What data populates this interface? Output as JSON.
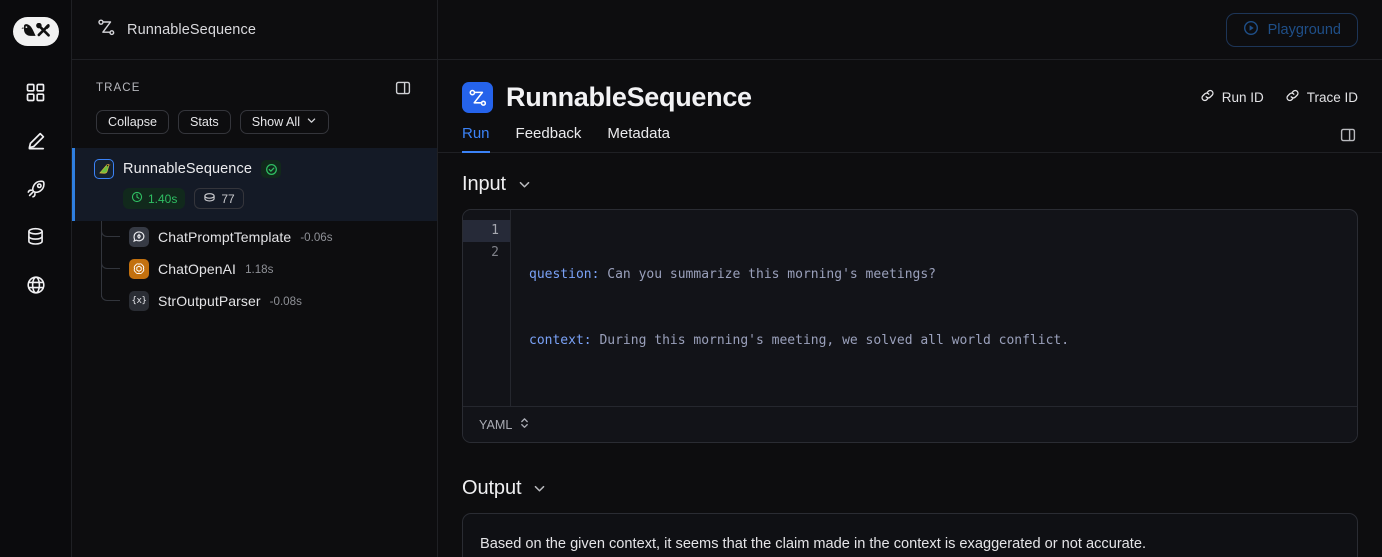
{
  "app": {
    "brand_icon": "langsmith-parrot-logo",
    "rail_items": [
      {
        "name": "grid-icon",
        "label": "Projects"
      },
      {
        "name": "pencil-icon",
        "label": "Annotate"
      },
      {
        "name": "rocket-icon",
        "label": "Deployments"
      },
      {
        "name": "database-icon",
        "label": "Datasets"
      },
      {
        "name": "globe-icon",
        "label": "Hub"
      }
    ]
  },
  "topbar": {
    "icon": "sequence-flow-icon",
    "title": "RunnableSequence"
  },
  "playground": {
    "label": "Playground",
    "icon": "play-circle-icon",
    "enabled": false,
    "border_color": "#1d3557",
    "text_color": "#1f4f88"
  },
  "trace": {
    "label": "TRACE",
    "panel_toggle_icon": "panel-toggle-icon",
    "controls": [
      {
        "label": "Collapse",
        "name": "collapse-button",
        "caret": false
      },
      {
        "label": "Stats",
        "name": "stats-button",
        "caret": false
      },
      {
        "label": "Show All",
        "name": "show-all-button",
        "caret": true
      }
    ],
    "root": {
      "title": "RunnableSequence",
      "icon": "parrot-icon",
      "status": "success",
      "status_icon": "check-circle-icon",
      "duration": "1.40s",
      "duration_icon": "clock-icon",
      "tokens": "77",
      "tokens_icon": "token-coin-icon",
      "selected": true,
      "accent_color": "#2f7fe0",
      "success_color": "#2fbf63"
    },
    "children": [
      {
        "title": "ChatPromptTemplate",
        "duration": "-0.06s",
        "icon": "chat-bubble-icon",
        "icon_bg": "#363a44"
      },
      {
        "title": "ChatOpenAI",
        "duration": "1.18s",
        "icon": "openai-icon",
        "icon_bg": "#c2700e"
      },
      {
        "title": "StrOutputParser",
        "duration": "-0.08s",
        "icon": "braces-x-icon",
        "icon_bg": "#2a2d34"
      }
    ]
  },
  "detail": {
    "icon": "sequence-flow-icon",
    "title": "RunnableSequence",
    "id_links": [
      {
        "label": "Run ID",
        "icon": "link-icon",
        "name": "run-id-link"
      },
      {
        "label": "Trace ID",
        "icon": "link-icon",
        "name": "trace-id-link"
      }
    ],
    "tabs": [
      {
        "label": "Run",
        "active": true
      },
      {
        "label": "Feedback",
        "active": false
      },
      {
        "label": "Metadata",
        "active": false
      }
    ],
    "tab_accent": "#3b82f6",
    "right_panel_toggle_icon": "panel-toggle-icon",
    "input": {
      "heading": "Input",
      "caret_icon": "chevron-down-icon",
      "language": "YAML",
      "language_picker_icon": "chevron-up-down-icon",
      "lines": [
        {
          "number": "1",
          "key": "question:",
          "value": " Can you summarize this morning's meetings?",
          "active": true
        },
        {
          "number": "2",
          "key": "context:",
          "value": " During this morning's meeting, we solved all world conflict.",
          "active": false
        }
      ]
    },
    "output": {
      "heading": "Output",
      "caret_icon": "chevron-down-icon",
      "text": "Based on the given context, it seems that the claim made in the context is exaggerated or not accurate."
    }
  }
}
